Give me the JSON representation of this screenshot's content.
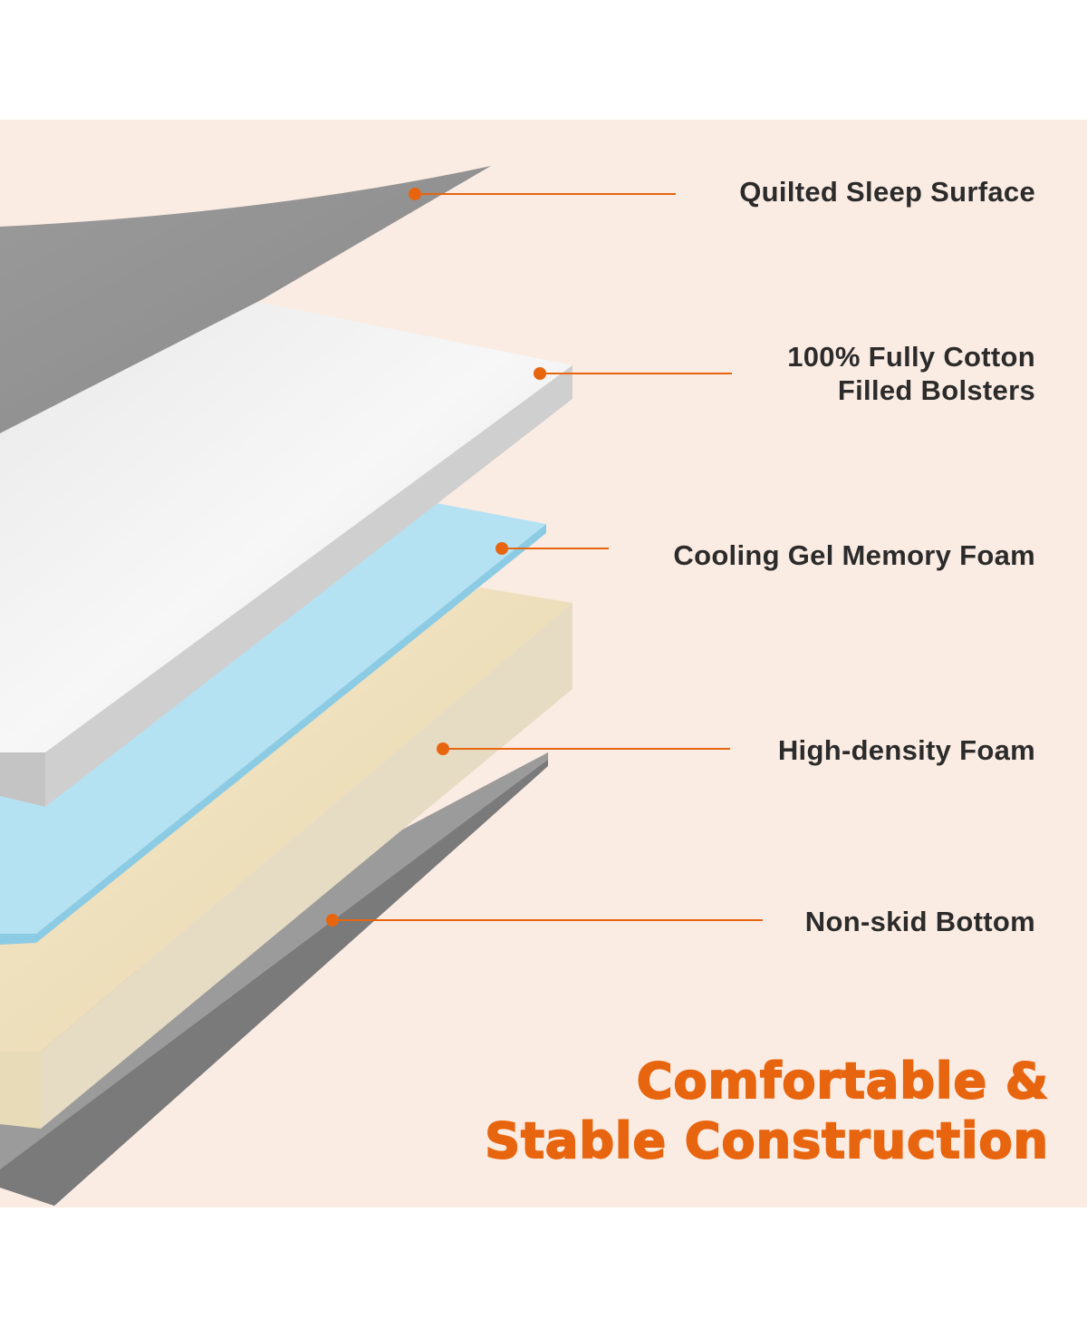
{
  "labels": {
    "quilted": "Quilted Sleep Surface",
    "cotton_line1": "100% Fully Cotton",
    "cotton_line2": "Filled Bolsters",
    "gel": "Cooling Gel Memory Foam",
    "foam": "High-density Foam",
    "bottom": "Non-skid Bottom"
  },
  "headline": {
    "line1": "Comfortable &",
    "line2": "Stable Construction"
  },
  "colors": {
    "accent": "#e8650f",
    "background": "#fbece3",
    "text": "#2b2b2b"
  }
}
